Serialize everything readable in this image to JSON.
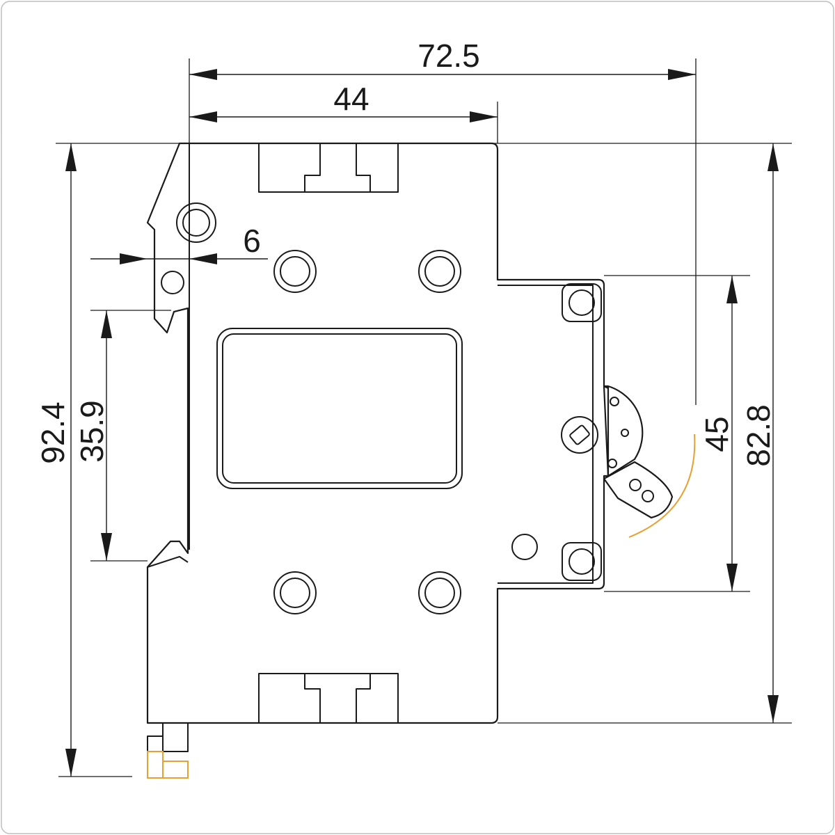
{
  "dimensions": {
    "overall_width": "72.5",
    "body_width": "44",
    "latch_offset": "6",
    "overall_height": "92.4",
    "rail_height": "35.9",
    "side_height": "82.8",
    "mount_height": "45"
  },
  "colors": {
    "line": "#1a1a1a",
    "accent": "#e8a030"
  }
}
